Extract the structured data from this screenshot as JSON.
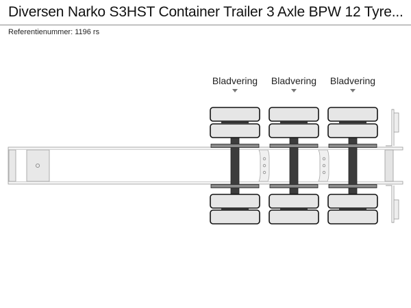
{
  "header": {
    "title": "Diversen Narko S3HST Container Trailer 3 Axle BPW 12 Tyre...",
    "reference": "Referentienummer: 1196 rs"
  },
  "diagram": {
    "type": "axle-configuration",
    "axle_count": 3,
    "tyres_per_axle_side": 2,
    "axles": [
      {
        "suspension_label": "Bladvering"
      },
      {
        "suspension_label": "Bladvering"
      },
      {
        "suspension_label": "Bladvering"
      }
    ],
    "colors": {
      "tyre_fill": "#e6e6e6",
      "tyre_stroke": "#111111",
      "axle": "#3c3c3c",
      "frame_fill": "#f4f4f4",
      "frame_stroke": "#9a9a9a",
      "marker": "#777777"
    }
  }
}
